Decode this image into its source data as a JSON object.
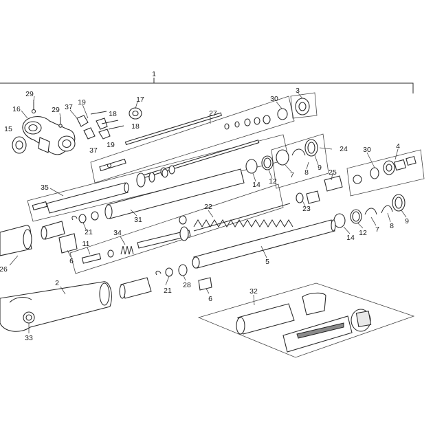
{
  "diagram": {
    "callouts": [
      {
        "id": "c1",
        "text": "1"
      },
      {
        "id": "c29a",
        "text": "29"
      },
      {
        "id": "c29b",
        "text": "29"
      },
      {
        "id": "c16",
        "text": "16"
      },
      {
        "id": "c37a",
        "text": "37"
      },
      {
        "id": "c19a",
        "text": "19"
      },
      {
        "id": "c18a",
        "text": "18"
      },
      {
        "id": "c18b",
        "text": "18"
      },
      {
        "id": "c17",
        "text": "17"
      },
      {
        "id": "c15",
        "text": "15"
      },
      {
        "id": "c37b",
        "text": "37"
      },
      {
        "id": "c19b",
        "text": "19"
      },
      {
        "id": "c27",
        "text": "27"
      },
      {
        "id": "c30a",
        "text": "30"
      },
      {
        "id": "c3",
        "text": "3"
      },
      {
        "id": "c24",
        "text": "24"
      },
      {
        "id": "c30b",
        "text": "30"
      },
      {
        "id": "c4",
        "text": "4"
      },
      {
        "id": "c14a",
        "text": "14"
      },
      {
        "id": "c12a",
        "text": "12"
      },
      {
        "id": "c7a",
        "text": "7"
      },
      {
        "id": "c8a",
        "text": "8"
      },
      {
        "id": "c9a",
        "text": "9"
      },
      {
        "id": "c25",
        "text": "25"
      },
      {
        "id": "c35",
        "text": "35"
      },
      {
        "id": "c23",
        "text": "23"
      },
      {
        "id": "c22",
        "text": "22"
      },
      {
        "id": "c31",
        "text": "31"
      },
      {
        "id": "c21a",
        "text": "21"
      },
      {
        "id": "c34",
        "text": "34"
      },
      {
        "id": "c14b",
        "text": "14"
      },
      {
        "id": "c12b",
        "text": "12"
      },
      {
        "id": "c7b",
        "text": "7"
      },
      {
        "id": "c8b",
        "text": "8"
      },
      {
        "id": "c9b",
        "text": "9"
      },
      {
        "id": "c11",
        "text": "11"
      },
      {
        "id": "c6a",
        "text": "6"
      },
      {
        "id": "c26",
        "text": "26"
      },
      {
        "id": "c5",
        "text": "5"
      },
      {
        "id": "c2",
        "text": "2"
      },
      {
        "id": "c21b",
        "text": "21"
      },
      {
        "id": "c28",
        "text": "28"
      },
      {
        "id": "c6b",
        "text": "6"
      },
      {
        "id": "c32",
        "text": "32"
      },
      {
        "id": "c33",
        "text": "33"
      }
    ]
  }
}
